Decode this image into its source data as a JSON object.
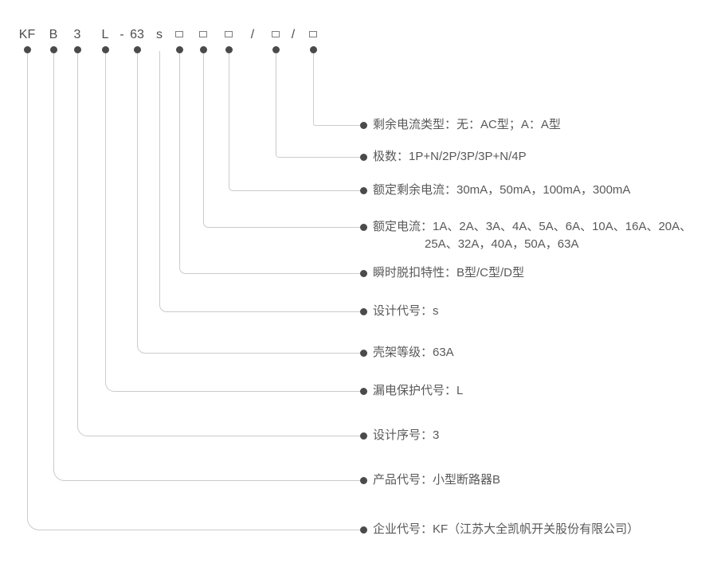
{
  "code": {
    "symbols": [
      {
        "type": "text",
        "text": "KF"
      },
      {
        "type": "text",
        "text": "B"
      },
      {
        "type": "text",
        "text": "3"
      },
      {
        "type": "text",
        "text": "L"
      },
      {
        "type": "sep",
        "text": "-"
      },
      {
        "type": "text",
        "text": "63"
      },
      {
        "type": "text",
        "text": "s"
      },
      {
        "type": "square",
        "text": ""
      },
      {
        "type": "square",
        "text": ""
      },
      {
        "type": "square",
        "text": ""
      },
      {
        "type": "sep",
        "text": "/"
      },
      {
        "type": "square",
        "text": ""
      },
      {
        "type": "sep",
        "text": "/"
      },
      {
        "type": "square",
        "text": ""
      }
    ]
  },
  "rows": [
    {
      "label": "剩余电流类型：无：AC型；A：A型",
      "label2": ""
    },
    {
      "label": "极数：1P+N/2P/3P/3P+N/4P",
      "label2": ""
    },
    {
      "label": "额定剩余电流：30mA，50mA，100mA，300mA",
      "label2": ""
    },
    {
      "label": "额定电流：1A、2A、3A、4A、5A、6A、10A、16A、20A、",
      "label2": "25A、32A，40A，50A，63A"
    },
    {
      "label": "瞬时脱扣特性：B型/C型/D型",
      "label2": ""
    },
    {
      "label": "设计代号：s",
      "label2": ""
    },
    {
      "label": "壳架等级：63A",
      "label2": ""
    },
    {
      "label": "漏电保护代号：L",
      "label2": ""
    },
    {
      "label": "设计序号：3",
      "label2": ""
    },
    {
      "label": "产品代号：小型断路器B",
      "label2": ""
    },
    {
      "label": "企业代号：KF（江苏大全凯帆开关股份有限公司）",
      "label2": ""
    }
  ],
  "colors": {
    "line": "#cbcbcb",
    "dot": "#4a4a4d",
    "code_text": "#4d4d50",
    "label_text": "#595959",
    "square_border": "#7d7d80"
  }
}
